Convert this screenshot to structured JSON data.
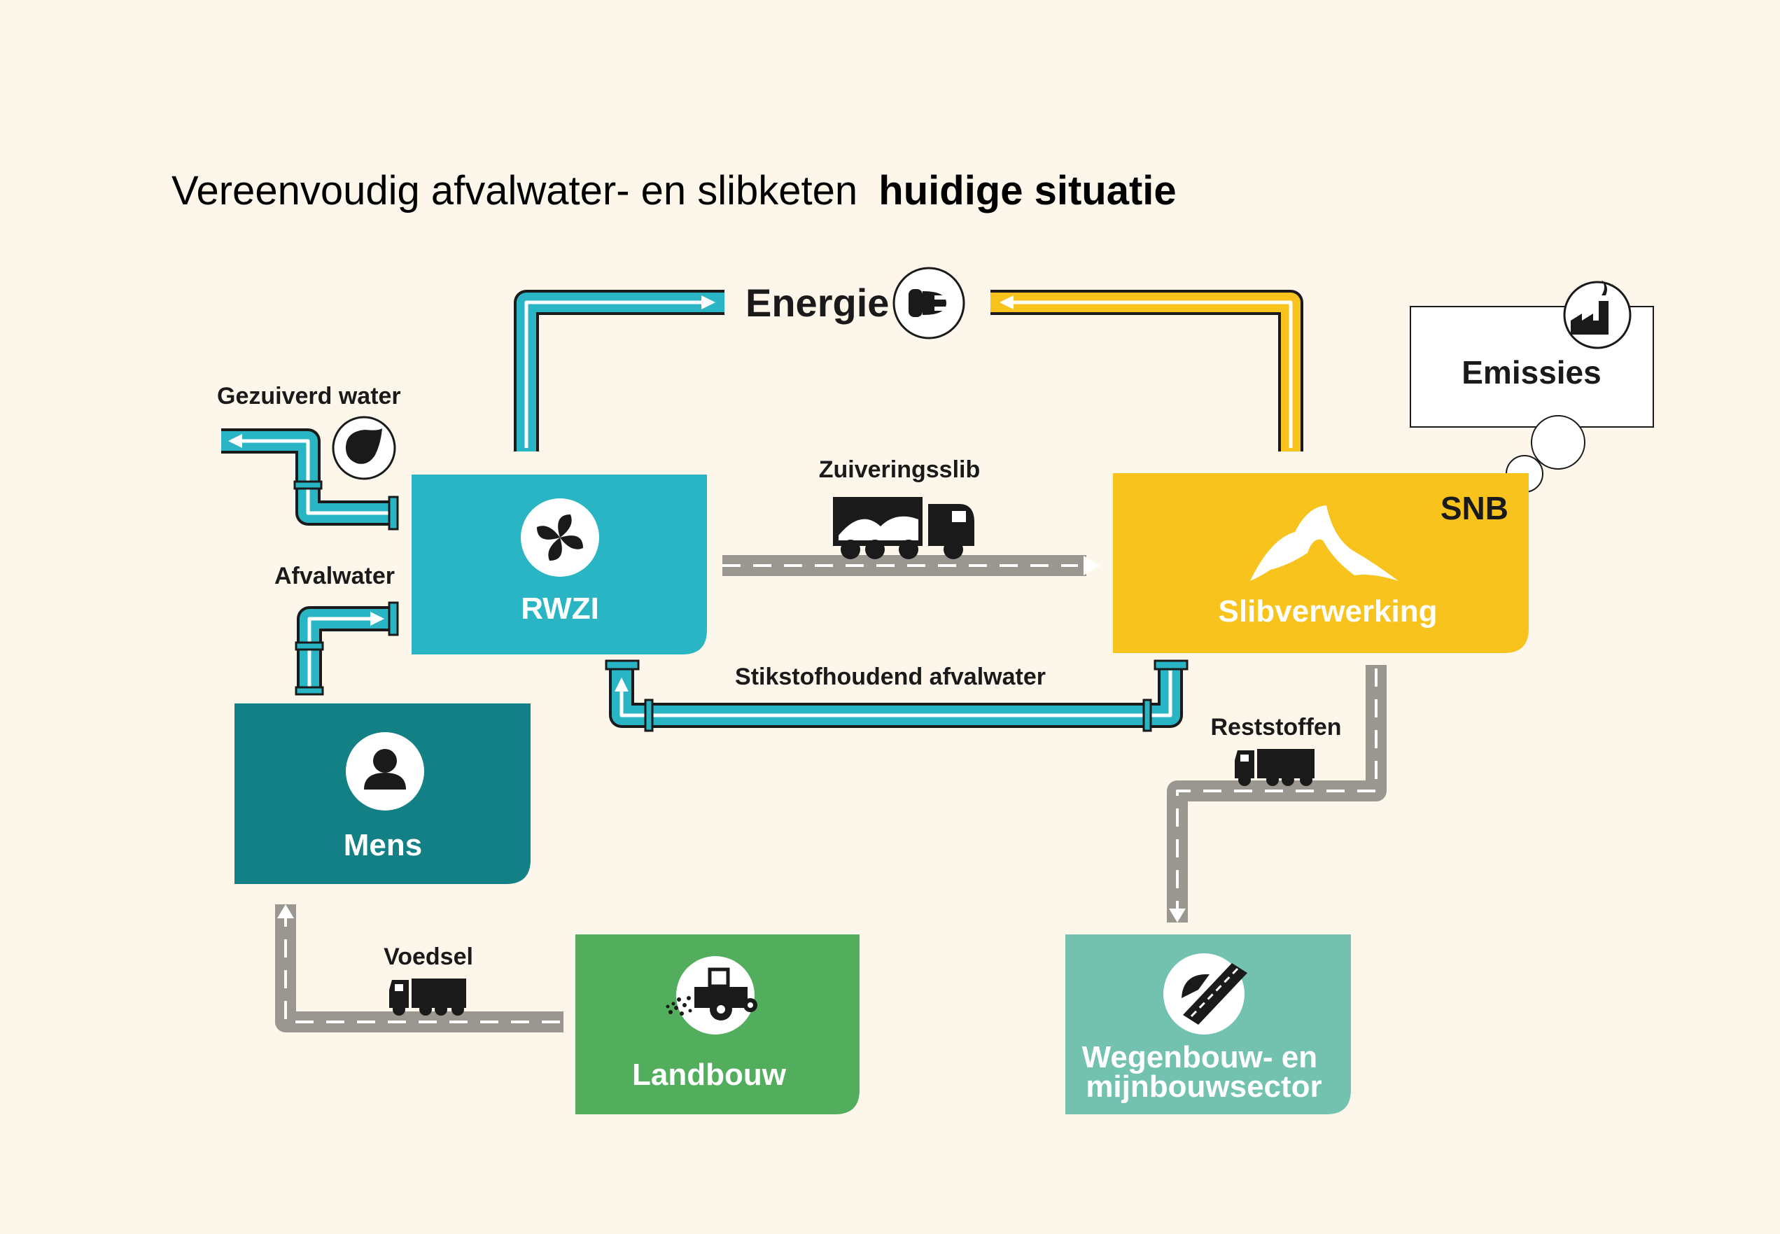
{
  "title": {
    "regular": "Vereenvoudig afvalwater- en slibketen",
    "bold": "huidige situatie"
  },
  "nodes": {
    "rwzi": {
      "label": "RWZI",
      "icon": "fan-icon",
      "color": "#2ab5c4"
    },
    "slibverwerking": {
      "label": "Slibverwerking",
      "tag": "SNB",
      "icon": "sludge-icon",
      "color": "#f7c31c"
    },
    "mens": {
      "label": "Mens",
      "icon": "person-icon",
      "color": "#128085"
    },
    "landbouw": {
      "label": "Landbouw",
      "icon": "tractor-icon",
      "color": "#52ad5d"
    },
    "wegenbouw": {
      "label_line1": "Wegenbouw- en",
      "label_line2": "mijnbouwsector",
      "icon": "road-icon",
      "color": "#73c2af"
    }
  },
  "energie": {
    "label": "Energie",
    "icon": "plug-icon"
  },
  "emissies": {
    "label": "Emissies",
    "icon": "factory-icon"
  },
  "flows": {
    "gezuiverd_water": "Gezuiverd water",
    "afvalwater": "Afvalwater",
    "zuiveringsslib": "Zuiveringsslib",
    "stikstofhoudend_afvalwater": "Stikstofhoudend afvalwater",
    "reststoffen": "Reststoffen",
    "voedsel": "Voedsel"
  },
  "colors": {
    "background": "#fdf6ea",
    "pipe_blue": "#2ab5c4",
    "pipe_yellow": "#f7c31c",
    "road_gray": "#9a9791",
    "ink": "#1a1a1a"
  }
}
